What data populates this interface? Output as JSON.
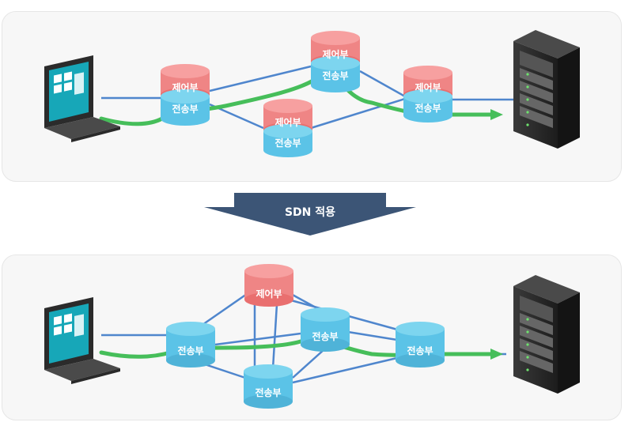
{
  "labels": {
    "control": "제어부",
    "transport": "전송부",
    "apply_sdn": "SDN 적용"
  },
  "colors": {
    "control_top": "#f47e7e",
    "control_body": "#ef8585",
    "transport_top": "#7dd5ef",
    "transport_body": "#5bc3e7",
    "link_line": "#4f86cd",
    "path_line": "#46be5a",
    "arrow_banner": "#3c5576",
    "panel_bg": "#f7f7f7"
  },
  "icons": {
    "client": "laptop-icon",
    "server": "server-rack-icon"
  }
}
